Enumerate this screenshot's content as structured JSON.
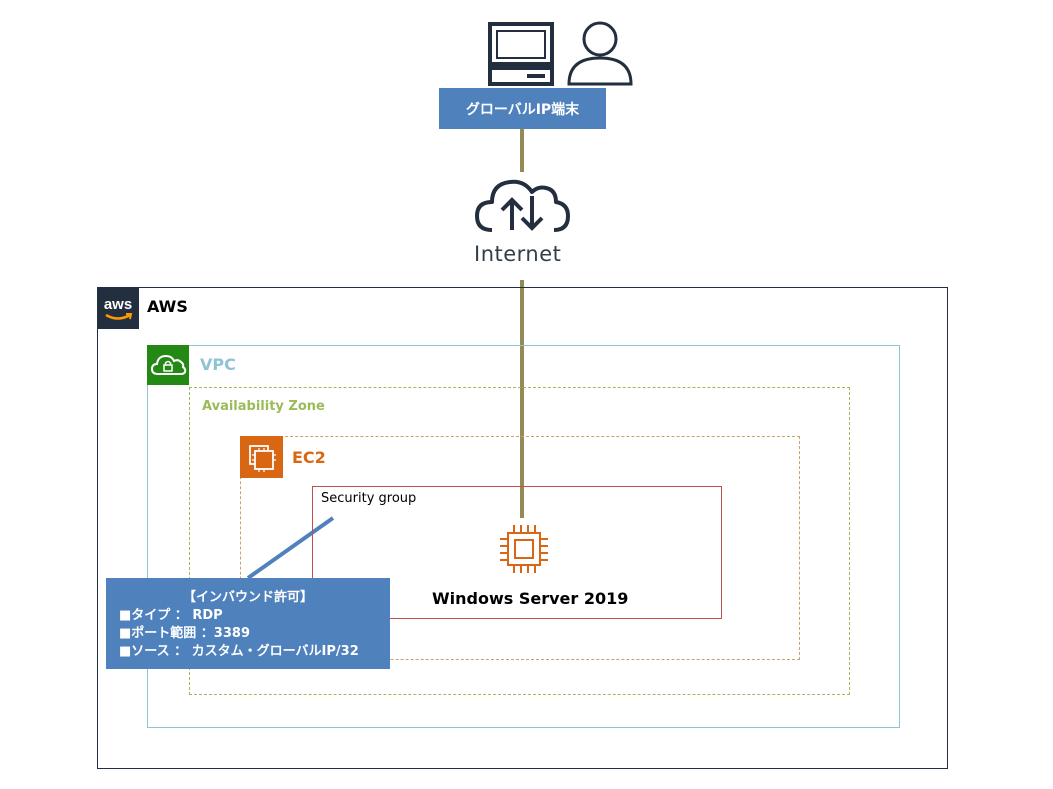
{
  "terminal": {
    "label": "グローバルIP端末"
  },
  "internet": {
    "label": "Internet"
  },
  "aws": {
    "label": "AWS",
    "logo_text": "aws"
  },
  "vpc": {
    "label": "VPC"
  },
  "availability_zone": {
    "label": "Availability Zone"
  },
  "ec2": {
    "label": "EC2"
  },
  "security_group": {
    "label": "Security group"
  },
  "server": {
    "label": "Windows Server 2019"
  },
  "inbound": {
    "title": "【インバウンド許可】",
    "rules": [
      "■タイプ ： RDP",
      "■ポート範囲 ：3389",
      "■ソース ： カスタム・グローバルIP/32"
    ]
  },
  "icons": {
    "terminal": "desktop-computer-icon",
    "user": "user-icon",
    "internet": "cloud-upload-download-icon",
    "aws": "aws-logo",
    "vpc": "vpc-cloud-lock-icon",
    "ec2": "ec2-instances-icon",
    "cpu": "cpu-chip-icon"
  },
  "colors": {
    "terminal_label_bg": "#4f81bd",
    "connection_line": "#948a54",
    "aws_dark": "#232f3e",
    "vpc": "#8ec4d4",
    "vpc_icon_bg": "#248814",
    "availability_zone": "#9bbb59",
    "ec2": "#d86613",
    "security_group": "#c0504d",
    "inbound_box": "#4f81bd"
  }
}
